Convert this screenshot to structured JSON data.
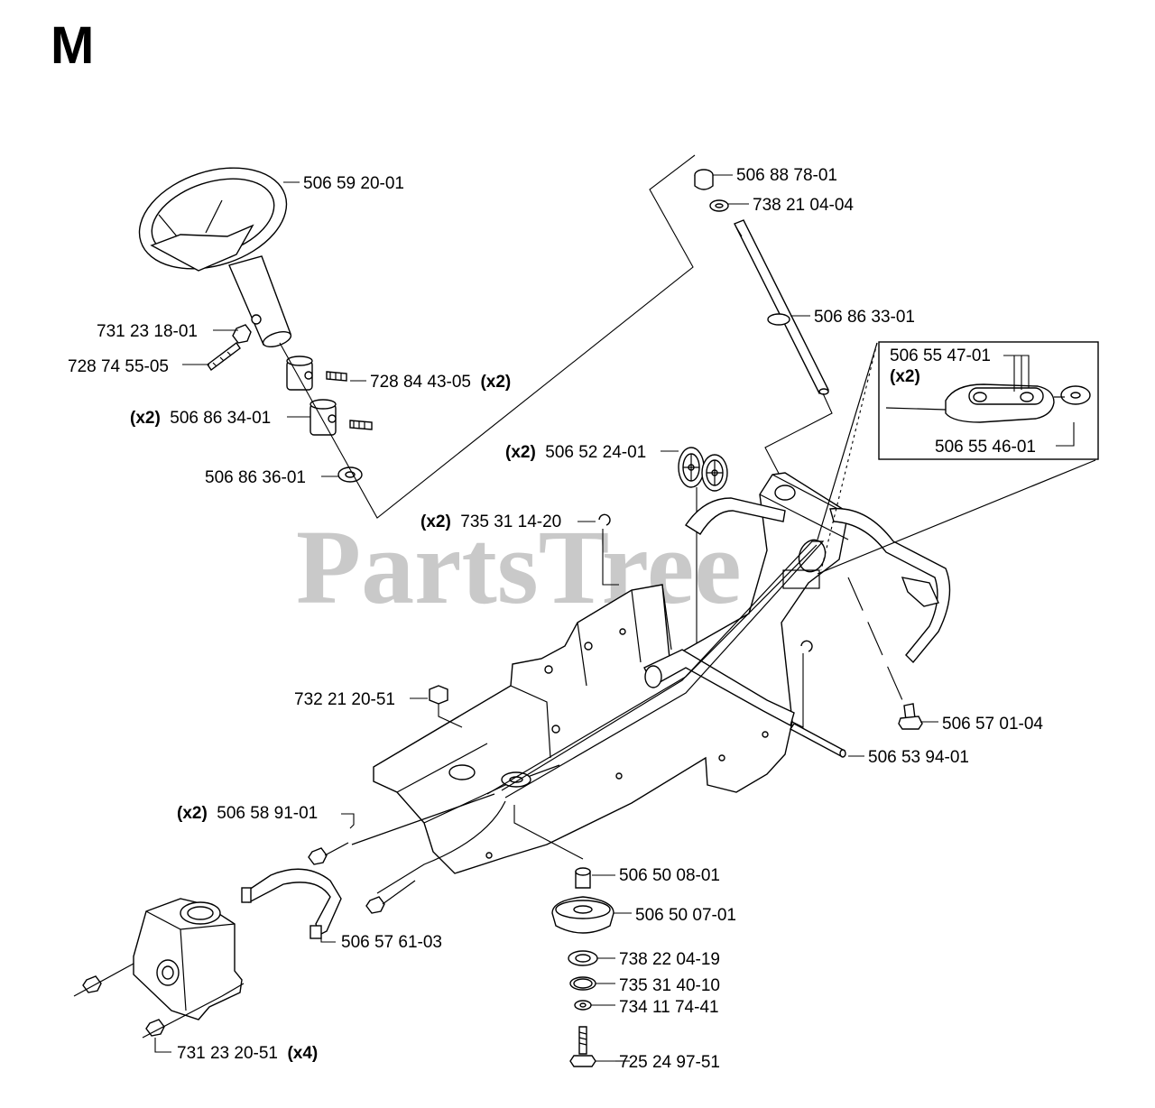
{
  "page": {
    "section_letter": "M",
    "watermark": "PartsTree"
  },
  "inset": {
    "label_top": "506 55 47-01",
    "label_top_qty": "(x2)",
    "label_bottom": "506 55 46-01"
  },
  "callouts": [
    {
      "id": "steering-wheel",
      "part": "506 59 20-01",
      "qty": ""
    },
    {
      "id": "bushing-top",
      "part": "506 88 78-01",
      "qty": ""
    },
    {
      "id": "bearing-top",
      "part": "738 21 04-04",
      "qty": ""
    },
    {
      "id": "steering-shaft",
      "part": "506 86 33-01",
      "qty": ""
    },
    {
      "id": "nut-wheel",
      "part": "731 23 18-01",
      "qty": ""
    },
    {
      "id": "screw-wheel",
      "part": "728 74 55-05",
      "qty": ""
    },
    {
      "id": "set-screw",
      "part": "728 84 43-05",
      "qty": "(x2)"
    },
    {
      "id": "collar",
      "part": "506 86 34-01",
      "qty": "(x2)"
    },
    {
      "id": "washer-column",
      "part": "506 86 36-01",
      "qty": ""
    },
    {
      "id": "pulley-small",
      "part": "506 52 24-01",
      "qty": "(x2)"
    },
    {
      "id": "circlip",
      "part": "735 31 14-20",
      "qty": "(x2)"
    },
    {
      "id": "lock-nut",
      "part": "732 21 20-51",
      "qty": ""
    },
    {
      "id": "frame-bolt",
      "part": "506 57 01-04",
      "qty": ""
    },
    {
      "id": "pin-shaft",
      "part": "506 53 94-01",
      "qty": ""
    },
    {
      "id": "tie-rod",
      "part": "506 58 91-01",
      "qty": "(x2)"
    },
    {
      "id": "spacer",
      "part": "506 50 08-01",
      "qty": ""
    },
    {
      "id": "pulley-large",
      "part": "506 50 07-01",
      "qty": ""
    },
    {
      "id": "clamp",
      "part": "506 57 61-03",
      "qty": ""
    },
    {
      "id": "ball-bearing",
      "part": "738 22 04-19",
      "qty": ""
    },
    {
      "id": "retaining-ring",
      "part": "735 31 40-10",
      "qty": ""
    },
    {
      "id": "flat-washer",
      "part": "734 11 74-41",
      "qty": ""
    },
    {
      "id": "nut-tie-rod",
      "part": "731 23 20-51",
      "qty": "(x4)"
    },
    {
      "id": "pulley-bolt",
      "part": "725 24 97-51",
      "qty": ""
    }
  ]
}
